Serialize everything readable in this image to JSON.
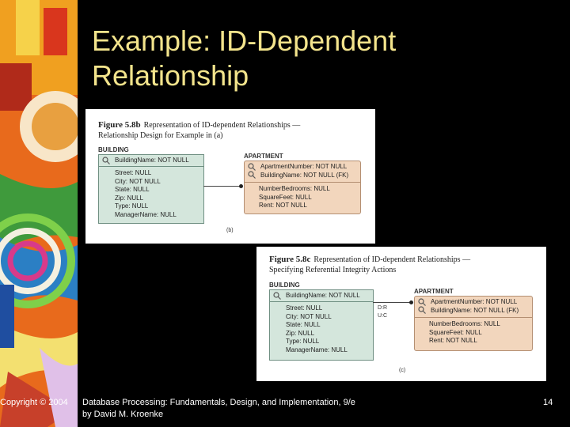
{
  "slide": {
    "title_line1": "Example: ID-Dependent",
    "title_line2": "Relationship",
    "page_number": "14"
  },
  "footer": {
    "copyright": "Copyright © 2004",
    "book_line1": "Database Processing: Fundamentals, Design, and Implementation, 9/e",
    "book_line2": "by David M. Kroenke"
  },
  "figure_b": {
    "number": "Figure 5.8b",
    "caption_1": "Representation of ID-dependent Relationships —",
    "caption_2": "Relationship Design for Example in (a)",
    "tag": "(b)",
    "building": {
      "name": "BUILDING",
      "key": "BuildingName: NOT NULL",
      "attrs": [
        "Street: NULL",
        "City: NOT NULL",
        "State: NULL",
        "Zip: NULL",
        "Type: NULL",
        "ManagerName: NULL"
      ]
    },
    "apartment": {
      "name": "APARTMENT",
      "keys": [
        "ApartmentNumber: NOT NULL",
        "BuildingName: NOT NULL (FK)"
      ],
      "attrs": [
        "NumberBedrooms: NULL",
        "SquareFeet: NULL",
        "Rent: NOT NULL"
      ]
    }
  },
  "figure_c": {
    "number": "Figure 5.8c",
    "caption_1": "Representation of ID-dependent Relationships —",
    "caption_2": "Specifying Referential Integrity Actions",
    "tag": "(c)",
    "ri_1": "D:R",
    "ri_2": "U:C",
    "building": {
      "name": "BUILDING",
      "key": "BuildingName: NOT NULL",
      "attrs": [
        "Street: NULL",
        "City: NOT NULL",
        "State: NULL",
        "Zip: NULL",
        "Type: NULL",
        "ManagerName: NULL"
      ]
    },
    "apartment": {
      "name": "APARTMENT",
      "keys": [
        "ApartmentNumber: NOT NULL",
        "BuildingName: NOT NULL (FK)"
      ],
      "attrs": [
        "NumberBedrooms: NULL",
        "SquareFeet: NULL",
        "Rent: NOT NULL"
      ]
    }
  }
}
